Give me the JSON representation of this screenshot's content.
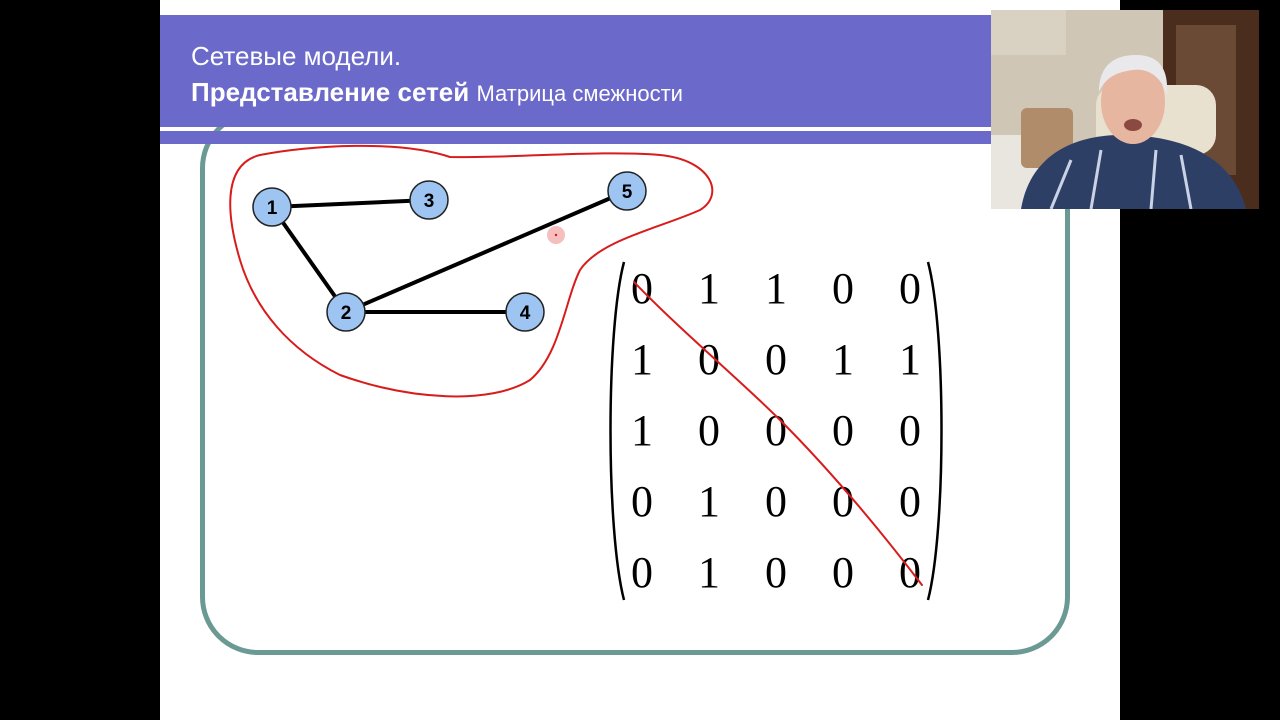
{
  "title": {
    "line1": "Сетевые модели.",
    "line2_bold": "Представление сетей",
    "line2_rest": "Матрица смежности"
  },
  "graph": {
    "nodes": [
      {
        "id": "1",
        "label": "1"
      },
      {
        "id": "2",
        "label": "2"
      },
      {
        "id": "3",
        "label": "3"
      },
      {
        "id": "4",
        "label": "4"
      },
      {
        "id": "5",
        "label": "5"
      }
    ],
    "edges": [
      [
        "1",
        "3"
      ],
      [
        "1",
        "2"
      ],
      [
        "2",
        "5"
      ],
      [
        "2",
        "4"
      ]
    ]
  },
  "matrix": {
    "rows": [
      [
        "0",
        "1",
        "1",
        "0",
        "0"
      ],
      [
        "1",
        "0",
        "0",
        "1",
        "1"
      ],
      [
        "1",
        "0",
        "0",
        "0",
        "0"
      ],
      [
        "0",
        "1",
        "0",
        "0",
        "0"
      ],
      [
        "0",
        "1",
        "0",
        "0",
        "0"
      ]
    ]
  },
  "colors": {
    "title_bar": "#6b69c9",
    "frame": "#6b9a94",
    "node_fill": "#9ec4f2",
    "ink": "#d81c1c"
  },
  "webcam": {
    "icon": "presenter-video-icon"
  }
}
